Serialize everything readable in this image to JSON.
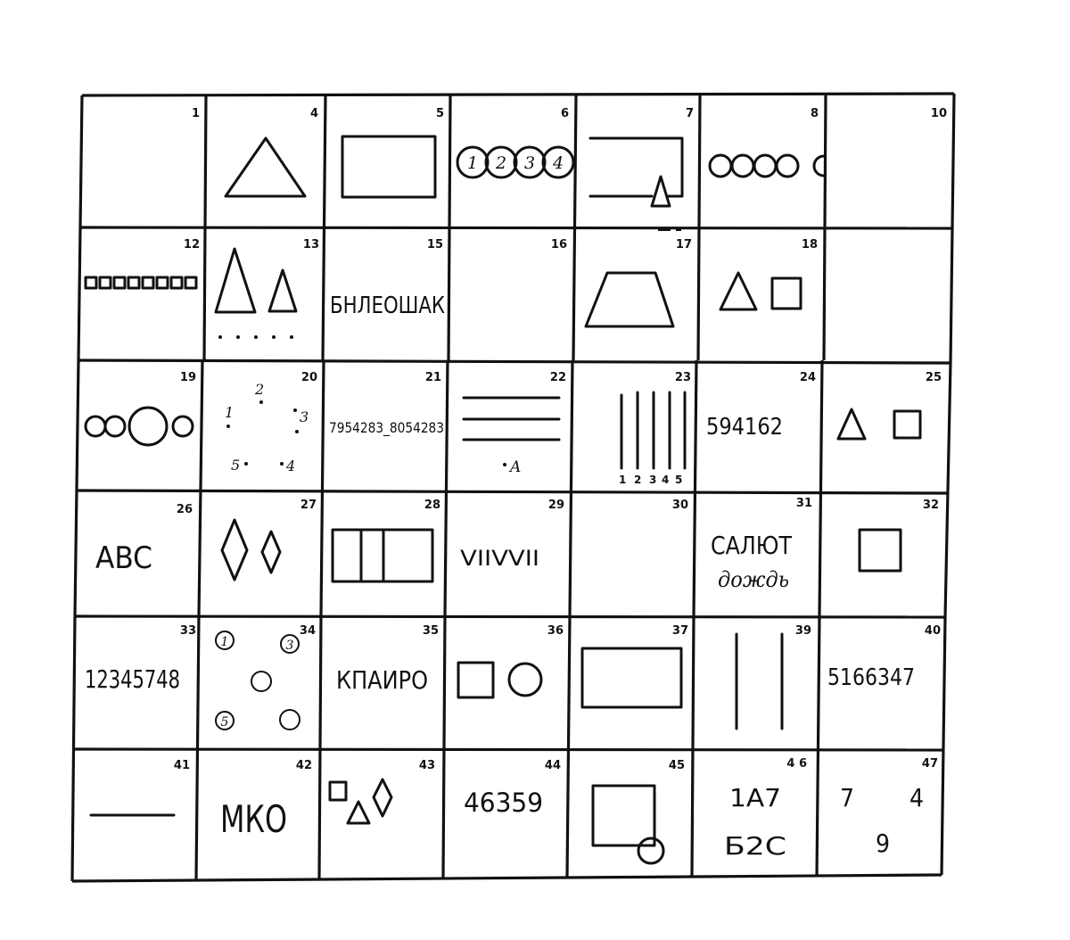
{
  "cells": [
    {
      "number": "1"
    },
    {
      "number": "4"
    },
    {
      "number": "5"
    },
    {
      "number": "6"
    },
    {
      "number": "7"
    },
    {
      "number": "8"
    },
    {
      "number": "10"
    },
    {
      "number": "12"
    },
    {
      "number": "13"
    },
    {
      "number": "15"
    },
    {
      "number": "16"
    },
    {
      "number": "17"
    },
    {
      "number": "18"
    },
    {
      "number": ""
    },
    {
      "number": "19"
    },
    {
      "number": "20"
    },
    {
      "number": "21"
    },
    {
      "number": "22"
    },
    {
      "number": "23"
    },
    {
      "number": "24"
    },
    {
      "number": "25"
    },
    {
      "number": "26"
    },
    {
      "number": "27"
    },
    {
      "number": "28"
    },
    {
      "number": "29"
    },
    {
      "number": "30"
    },
    {
      "number": "31"
    },
    {
      "number": "32"
    },
    {
      "number": "33"
    },
    {
      "number": "34"
    },
    {
      "number": "35"
    },
    {
      "number": "36"
    },
    {
      "number": "37"
    },
    {
      "number": "39"
    },
    {
      "number": "40"
    },
    {
      "number": "41"
    },
    {
      "number": "42"
    },
    {
      "number": "43"
    },
    {
      "number": "44"
    },
    {
      "number": "45"
    },
    {
      "number": "4 6"
    },
    {
      "number": "47"
    }
  ],
  "content": {
    "circles_6": [
      "1",
      "2",
      "3",
      "4"
    ],
    "letters_15": "БНЛЕОШАК",
    "dots_20": [
      "1",
      "2",
      "3",
      "4",
      "5"
    ],
    "digits_21": "7954283_8054283",
    "point_22": "A",
    "ticks_23": [
      "1",
      "2",
      "3",
      "4",
      "5"
    ],
    "digits_24": "594162",
    "letters_26": "ABC",
    "roman_29": "VIIVVII",
    "word_31a": "САЛЮТ",
    "word_31b": "дождь",
    "digits_33": "12345748",
    "circles_34": [
      "1",
      "3",
      "5"
    ],
    "letters_35": "КПАИРО",
    "digits_40": "5166347",
    "letters_42": "МКО",
    "digits_44": "46359",
    "grid_46": [
      "1A7",
      "Б2С"
    ],
    "digits_47": [
      "7",
      "4",
      "9"
    ]
  }
}
